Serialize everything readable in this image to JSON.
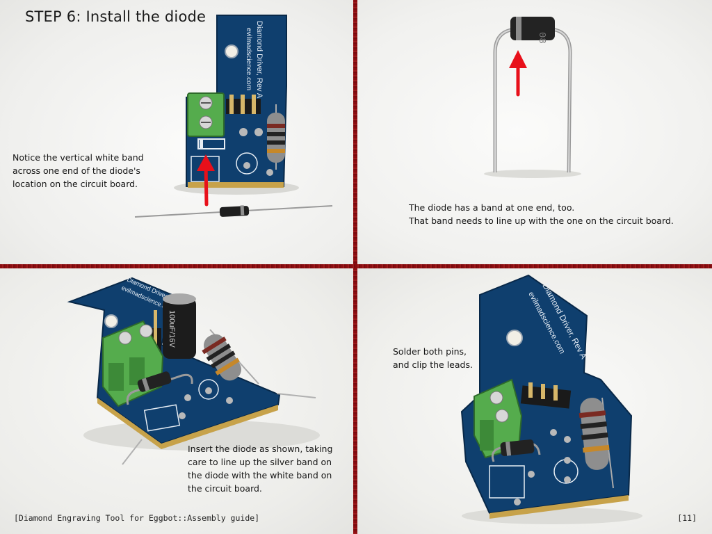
{
  "title": "STEP 6: Install the diode",
  "captions": {
    "top_left": [
      "Notice the vertical white band",
      "across one end of the diode's",
      "location on the circuit board."
    ],
    "top_right": [
      "The diode has a band at one end, too.",
      "That band needs to line up with the one on the circuit board."
    ],
    "bottom_left": [
      "Insert the diode as shown, taking",
      "care to line up the silver band on",
      "the diode with the white band on",
      "the circuit board."
    ],
    "bottom_right": [
      "Solder both pins,",
      "and clip the leads."
    ]
  },
  "board": {
    "silkscreen_line1": "Diamond Driver, Rev A",
    "silkscreen_line2": "evilmadscience.com",
    "capacitor_label": "100uF/16V"
  },
  "footer": {
    "left": "[Diamond Engraving Tool for Eggbot::Assembly guide]",
    "right": "[11]"
  },
  "colors": {
    "pcb": "#0d3a66",
    "terminal": "#4fa84a",
    "arrow": "#e8101a",
    "divider": "#8a0c10"
  }
}
